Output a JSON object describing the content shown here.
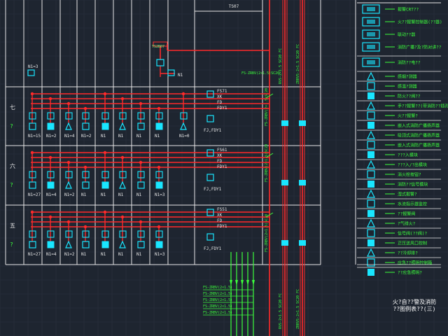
{
  "diagram": {
    "top_box_label": "TS07",
    "distribution_box_label": "TS2B07",
    "cad_unreadable_glyph": "?",
    "floors": [
      {
        "floor_label": "七",
        "marker": "?",
        "module_label": "FS71",
        "line1": "XK",
        "line2": "FD",
        "line3": "FDY1",
        "relay_label": "FJ,FDY1",
        "device_labels": [
          "N1=15",
          "N1=2",
          "N1=4",
          "N1=2",
          "N1",
          "N1",
          "N1",
          "N1",
          "N1=0"
        ],
        "header_label": "N1=3",
        "dist_label": "N1"
      },
      {
        "floor_label": "六",
        "marker": "?",
        "module_label": "FS61",
        "line1": "XK",
        "line2": "FD",
        "line3": "FDY1",
        "relay_label": "FJ,FDY1",
        "device_labels": [
          "N1=27",
          "N1=4",
          "N1=2",
          "N1",
          "N1",
          "N1",
          "N1",
          "N1=3"
        ]
      },
      {
        "floor_label": "五",
        "marker": "?",
        "module_label": "FS51",
        "line1": "XK",
        "line2": "FD",
        "line3": "FDY1",
        "relay_label": "FJ,FDY1",
        "device_labels": [
          "N1=27",
          "N1=4",
          "N1=2",
          "N1",
          "N1",
          "N1",
          "N1",
          "N1=3"
        ]
      }
    ],
    "riser_cable_label": "FS-ZRBV(2×1.5)SC20",
    "bottom_cable_labels": [
      "FS-ZRBV(2×1.5)",
      "FS-ZRBV(2×1.5)",
      "FS-ZRBV(2×1.5)",
      "FS-ZRBV(2×1.5)",
      "FS-ZRBV(2×1.5)"
    ],
    "vertical_bus_labels": [
      "RVS-2×1.5 SC20 FC",
      "ZRRVS-2×1.5 SC20 FC"
    ]
  },
  "legend": {
    "title_line1": "火?自??警及消防",
    "title_line2": "??图例表??(三)",
    "items": [
      "报警CRT??",
      "火??报警控制器(??器)",
      "联动??器",
      "消防广播?及?防对讲??",
      "消防??电??",
      "感烟?测器",
      "感温?测器",
      "防火??阀??",
      "手??报警??(带消防??插孔)",
      "火??报警?",
      "嵌入式消防广播扬声器",
      "吸顶式消防广播扬声器",
      "嵌入式消防广播扬声器",
      "???入模块",
      "???入/?出模块",
      "消火栓按钮?",
      "消防??信号模块",
      "湿式报警?",
      "水流指示器监控",
      "??报警阀",
      "?气排火?",
      "信号阀(??阀)?",
      "正压送风口控制",
      "??冷却排?",
      "应急??照明控制箱",
      "??应急照明?"
    ]
  }
}
